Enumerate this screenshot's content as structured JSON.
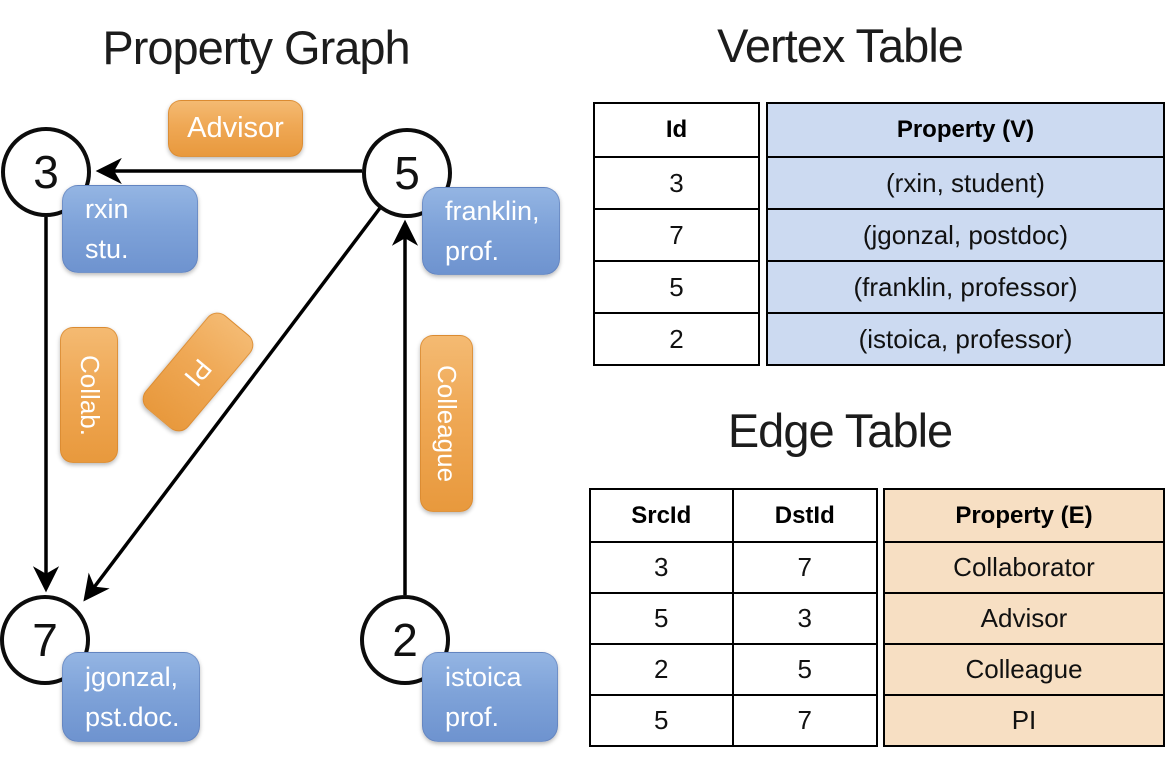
{
  "graph": {
    "title": "Property Graph",
    "nodes": [
      {
        "id": "3",
        "line1": "rxin",
        "line2": "stu."
      },
      {
        "id": "5",
        "line1": "franklin,",
        "line2": "prof."
      },
      {
        "id": "7",
        "line1": "jgonzal,",
        "line2": "pst.doc."
      },
      {
        "id": "2",
        "line1": "istoica",
        "line2": "prof."
      }
    ],
    "edge_labels": {
      "advisor": "Advisor",
      "collab": "Collab.",
      "pi": "PI",
      "colleague": "Colleague"
    },
    "edges": [
      {
        "src": "5",
        "dst": "3",
        "label": "Advisor"
      },
      {
        "src": "3",
        "dst": "7",
        "label": "Collab."
      },
      {
        "src": "5",
        "dst": "7",
        "label": "PI"
      },
      {
        "src": "2",
        "dst": "5",
        "label": "Colleague"
      }
    ]
  },
  "vertex_table": {
    "title": "Vertex Table",
    "columns": [
      "Id",
      "Property (V)"
    ],
    "rows": [
      [
        "3",
        "(rxin, student)"
      ],
      [
        "7",
        "(jgonzal, postdoc)"
      ],
      [
        "5",
        "(franklin, professor)"
      ],
      [
        "2",
        "(istoica, professor)"
      ]
    ]
  },
  "edge_table": {
    "title": "Edge Table",
    "columns": [
      "SrcId",
      "DstId",
      "Property (E)"
    ],
    "rows": [
      [
        "3",
        "7",
        "Collaborator"
      ],
      [
        "5",
        "3",
        "Advisor"
      ],
      [
        "2",
        "5",
        "Colleague"
      ],
      [
        "5",
        "7",
        "PI"
      ]
    ]
  },
  "colors": {
    "edge_pill_orange": "#efa855",
    "vertex_box_blue": "#7fa3d9",
    "vertex_table_fill": "#ccdaf1",
    "edge_table_fill": "#f7dfc3",
    "line_black": "#000000"
  }
}
